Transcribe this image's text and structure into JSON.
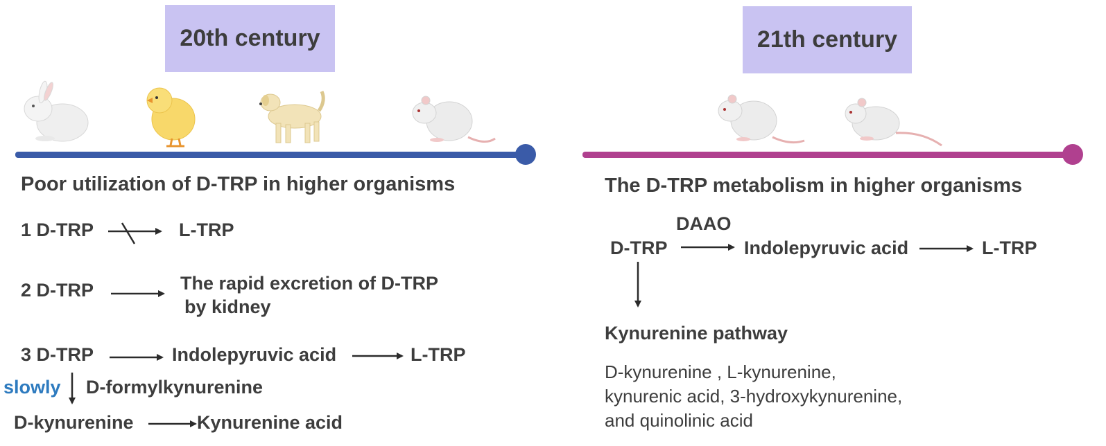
{
  "left": {
    "era": "20th century",
    "heading": "Poor utilization of D-TRP in higher organisms",
    "animals": [
      "rabbit-icon",
      "chick-icon",
      "dog-icon",
      "rat-icon"
    ],
    "timeline_color": "#3a5ba8",
    "item1": {
      "from": "1 D-TRP",
      "to": "L-TRP"
    },
    "item2": {
      "from": "2 D-TRP",
      "to_line1": "The rapid excretion of D-TRP",
      "to_line2": "by kidney"
    },
    "item3": {
      "from": "3 D-TRP",
      "mid": "Indolepyruvic acid",
      "to": "L-TRP",
      "slow_label": "slowly",
      "branch": "D-formylkynurenine",
      "bottom_from": "D-kynurenine",
      "bottom_to": "Kynurenine acid"
    }
  },
  "right": {
    "era": "21th century",
    "heading": "The D-TRP metabolism in higher organisms",
    "animals": [
      "rat-icon",
      "mouse-icon"
    ],
    "timeline_color": "#b0408f",
    "enzyme": "DAAO",
    "from": "D-TRP",
    "mid": "Indolepyruvic acid",
    "to": "L-TRP",
    "pathway": "Kynurenine pathway",
    "products_line1": "D-kynurenine , L-kynurenine,",
    "products_line2": "kynurenic acid, 3-hydroxykynurenine,",
    "products_line3": "and quinolinic acid"
  },
  "colors": {
    "era_box": "#c9c3f2",
    "accent_blue": "#2e7bbf"
  }
}
